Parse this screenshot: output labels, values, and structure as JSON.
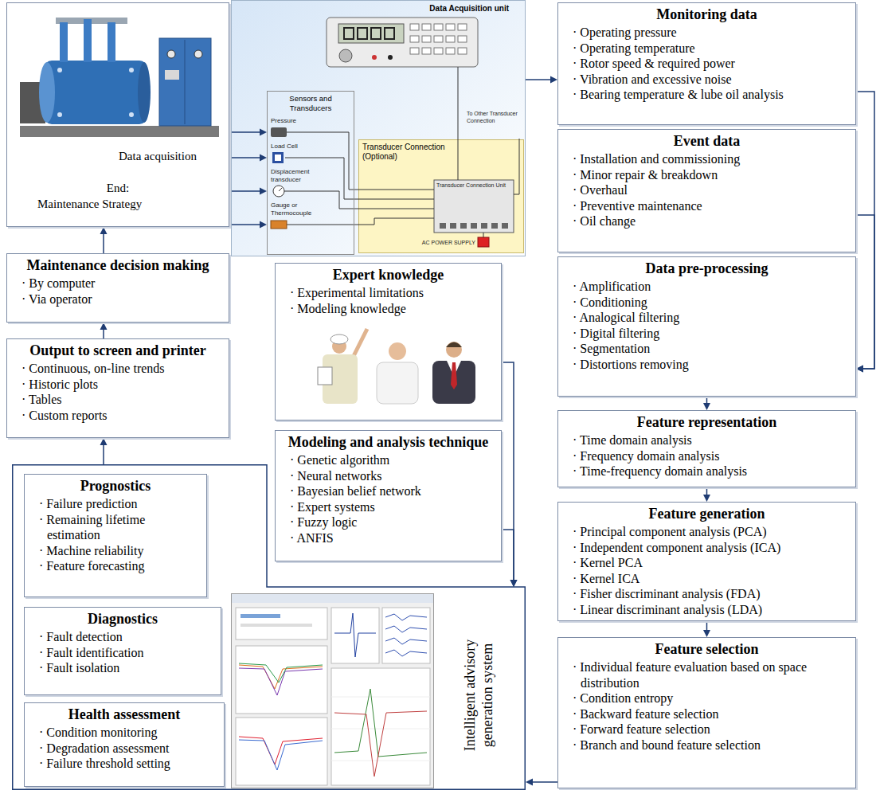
{
  "diagram": {
    "nodes": [
      {
        "text": [
          "Data acquisition",
          "End:",
          "Maintenance Strategy"
        ]
      },
      {
        "text": [
          "Data Acquisition unit"
        ]
      },
      {
        "text": [
          "Sensors and Transducers"
        ],
        "in": 1
      },
      {
        "text": [
          "Transducer Connection (Optional)"
        ],
        "in": 1
      },
      {
        "text": [
          "Monitoring data",
          "· Operating pressure",
          "· Operating temperature",
          "· Rotor speed & required power",
          "· Vibration and excessive noise",
          "· Bearing temperature & lube oil analysis"
        ]
      },
      {
        "text": [
          "Event data",
          "· Installation and commissioning",
          "· Minor repair & breakdown",
          "· Overhaul",
          "· Preventive maintenance",
          "· Oil change"
        ]
      },
      {
        "text": [
          "Data pre-processing",
          "· Amplification",
          "· Conditioning",
          "· Analogical filtering",
          "· Digital filtering",
          "· Segmentation",
          "· Distortions removing"
        ]
      },
      {
        "text": [
          "Feature representation",
          "· Time domain analysis",
          "· Frequency domain analysis",
          "· Time-frequency domain analysis"
        ]
      },
      {
        "text": [
          "Feature generation",
          "· Principal component analysis (PCA)",
          "· Independent component analysis (ICA)",
          "· Kernel PCA",
          "· Kernel ICA",
          "· Fisher discriminant analysis (FDA)",
          "· Linear discriminant analysis (LDA)"
        ]
      },
      {
        "text": [
          "Feature selection",
          "· Individual feature evaluation based on space distribution",
          "· Condition entropy",
          "· Backward feature selection",
          "· Forward feature selection",
          "· Branch and bound feature selection"
        ]
      },
      {
        "text": [
          "Expert knowledge",
          "· Experimental limitations",
          "· Modeling knowledge"
        ]
      },
      {
        "text": [
          "Modeling and analysis technique",
          "· Genetic algorithm",
          "· Neural networks",
          "· Bayesian belief network",
          "· Expert systems",
          "· Fuzzy logic",
          "· ANFIS"
        ]
      },
      {
        "text": [
          "Maintenance decision making",
          "· By computer",
          "· Via operator"
        ]
      },
      {
        "text": [
          "Output to screen and printer",
          "· Continuous, on-line trends",
          "· Historic plots",
          "· Tables",
          "· Custom reports"
        ]
      },
      {
        "text": [
          "Intelligent advisory generation system"
        ]
      },
      {
        "text": [
          "Prognostics",
          "· Failure prediction",
          "· Remaining lifetime estimation",
          "· Machine reliability",
          "· Feature forecasting"
        ],
        "in": 14
      },
      {
        "text": [
          "Diagnostics",
          "· Fault detection",
          "· Fault identification",
          "· Fault isolation"
        ],
        "in": 14
      },
      {
        "text": [
          "Health assessment",
          "· Condition monitoring",
          "· Degradation assessment",
          "· Failure threshold setting"
        ],
        "in": 14
      }
    ],
    "edges": [
      {
        "from": 0,
        "to": 2,
        "arrow": "to"
      },
      {
        "from": 0,
        "to": 2,
        "arrow": "to"
      },
      {
        "from": 0,
        "to": 2,
        "arrow": "to"
      },
      {
        "from": 0,
        "to": 2,
        "arrow": "to"
      },
      {
        "from": 1,
        "to": 4,
        "arrow": "to"
      },
      {
        "from": 4,
        "to": 6,
        "arrow": "to"
      },
      {
        "from": 5,
        "to": 6,
        "arrow": "to"
      },
      {
        "from": 6,
        "to": 7,
        "arrow": "to"
      },
      {
        "from": 7,
        "to": 8,
        "arrow": "to"
      },
      {
        "from": 8,
        "to": 9,
        "arrow": "to"
      },
      {
        "from": 9,
        "to": 14,
        "arrow": "to"
      },
      {
        "from": 10,
        "to": 14,
        "arrow": "to"
      },
      {
        "from": 11,
        "to": 14,
        "arrow": "to"
      },
      {
        "from": 14,
        "to": 13,
        "arrow": "to"
      },
      {
        "from": 13,
        "to": 12,
        "arrow": "to"
      },
      {
        "from": 12,
        "to": 0,
        "arrow": "to"
      }
    ],
    "labels": [
      "Pressure",
      "Load Cell",
      "Displacement transducer",
      "Gauge or Thermocouple",
      "Transducer Connection Unit",
      "To Other Transducer Connection",
      "AC POWER SUPPLY"
    ]
  }
}
